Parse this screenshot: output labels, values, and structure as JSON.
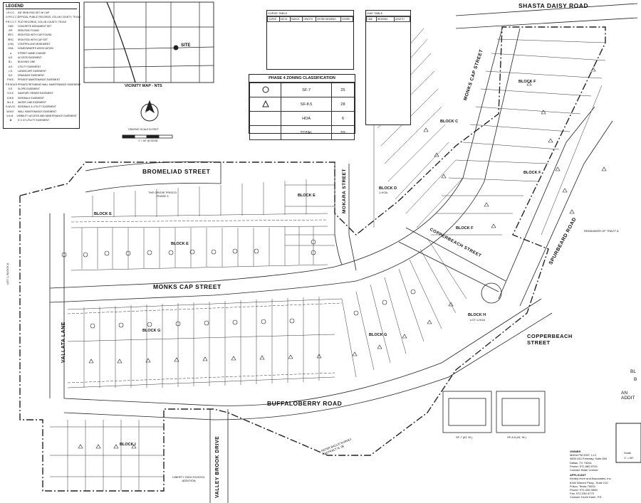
{
  "legend": {
    "title": "LEGEND",
    "entries": [
      [
        "I.R.S.C.",
        "5/8\" IRON ROD SET W/ CAP"
      ],
      [
        "O.P.R.C.C.T.",
        "OFFICIAL PUBLIC RECORDS, COLLIN COUNTY, TEXAS"
      ],
      [
        "P.R.C.C.T.",
        "PLAT RECORDS, COLLIN COUNTY, TEXAS"
      ],
      [
        "CMS",
        "CONCRETE MONUMENT SET"
      ],
      [
        "IRF",
        "IRON ROD FOUND"
      ],
      [
        "IRFC",
        "IRON ROD WITH CAP FOUND"
      ],
      [
        "IRSC",
        "IRON ROD WITH CAP SET"
      ],
      [
        "(CM)",
        "CONTROLLING MONUMENT"
      ],
      [
        "HOA",
        "HOMEOWNER'S ASSOCIATION"
      ],
      [
        "●",
        "STREET NAME CHANGE"
      ],
      [
        "A.E.",
        "ACCESS EASEMENT"
      ],
      [
        "B.L.",
        "BUILDING LINE"
      ],
      [
        "U.E.",
        "UTILITY EASEMENT"
      ],
      [
        "L.E.",
        "LANDSCAPE EASEMENT"
      ],
      [
        "D.E.",
        "DRAINAGE EASEMENT"
      ],
      [
        "P.M.E.",
        "PRIVATE MAINTENANCE EASEMENT"
      ],
      [
        "P.R.W.M.E.",
        "PRIVATE RETAINING WALL MAINTENANCE EASEMENT"
      ],
      [
        "S.E.",
        "SLOPE EASEMENT"
      ],
      [
        "S.S.E.",
        "SANITARY SEWER EASEMENT"
      ],
      [
        "S.W.E.",
        "SIDEWALK EASEMENT"
      ],
      [
        "W.L.E.",
        "WATER LINE EASEMENT"
      ],
      [
        "S.W.U.E.",
        "SIDEWALK & UTILITY EASEMENT"
      ],
      [
        "W.M.E.",
        "WALL MAINTENANCE EASEMENT"
      ],
      [
        "V.A.M.",
        "VISIBILITY ACCESS AND MAINTENANCE EASEMENT"
      ],
      [
        "⊠",
        "5' X 10' UTILITY EASEMENT"
      ]
    ]
  },
  "vicinity_map": {
    "title": "VICINITY MAP - NTS",
    "site_label": "SITE"
  },
  "scale": {
    "title": "GRAPHIC SCALE IN FEET",
    "ratio": "1\" = 60' @ 24X36"
  },
  "north_label": "NORTH",
  "curve_table": {
    "title": "CURVE TABLE",
    "headers": [
      "CURVE",
      "DELTA",
      "RADIUS",
      "LENGTH",
      "CHORD BEARING",
      "CHORD"
    ]
  },
  "line_table": {
    "title": "LINE TABLE",
    "headers": [
      "LINE",
      "BEARING",
      "LENGTH"
    ]
  },
  "zoning": {
    "title": "PHASE 4 ZONING CLASSIFICATION",
    "rows": [
      {
        "symbol": "circle",
        "label": "SF-7",
        "count": "25"
      },
      {
        "symbol": "triangle",
        "label": "SF-8.5",
        "count": "28"
      },
      {
        "symbol": "",
        "label": "HOA",
        "count": "6"
      },
      {
        "symbol": "",
        "label": "TOTAL",
        "count": "59"
      }
    ]
  },
  "streets": {
    "shasta_daisy": "SHASTA DAISY ROAD",
    "bromeliad": "BROMELIAD STREET",
    "monks_cap": "MONKS CAP STREET",
    "monks_cap_vertical": "MONKS CAP STREET",
    "mokara": "MOKARA STREET",
    "copperbeach": "COPPERBEACH STREET",
    "copperbeach_diag": "COPPERBEACH STREET",
    "spurbeard": "SPURBEARD ROAD",
    "buffaloberry": "BUFFALOBERRY ROAD",
    "valley_brook": "VALLEY BROOK DRIVE",
    "vallata": "VALLATA LANE"
  },
  "block_labels": [
    "BLOCK E",
    "BLOCK E",
    "BLOCK E",
    "BLOCK D",
    "BLOCK C",
    "BLOCK F",
    "BLOCK F",
    "BLOCK F",
    "BLOCK G",
    "BLOCK G",
    "BLOCK I",
    "BLOCK H"
  ],
  "annotations": {
    "grove_phase": "THE GROVE FRISCO PHASE 3",
    "peter_bacus": "PETER BACUS SURVEY ABSTRACT N. 98",
    "liberty_high": "LIBERTY HIGH SCHOOL ADDITION",
    "remainder": "REMAINDER OF TRACT A",
    "block_h_lot": "LOT 1-HOA",
    "block_d_lot": "1-HOA",
    "block_i_lot": "LOT 1, BLOCK A",
    "addit": "AN ADDIT",
    "bl": "BL",
    "b": "B"
  },
  "owner": {
    "label": "OWNER",
    "lines": [
      "MASA FM 2007, LLC",
      "4600 LBJ Freeway, Suite 800",
      "Dallas, TX 75244",
      "Phone: 972-960-9700",
      "Contact: Brian Cremer"
    ]
  },
  "applicant": {
    "label": "APPLICANT",
    "lines": [
      "Kimley-Horn and Associates, Inc.",
      "6160 Warren Pkwy., Suite 210",
      "Frisco, Texas 75034",
      "Phone: 972-335-3580",
      "Fax: 972-335-3779",
      "Contact: Kevin Kane, P.E."
    ]
  },
  "lot_details": {
    "sf7": "SF-7 (61' W.)",
    "sf85": "SF-8.5 (61' W.)"
  },
  "title_block": {
    "scale_label": "Scale",
    "scale_value": "1\" = 60'"
  },
  "colors": {
    "ink": "#111111",
    "faint": "#777777"
  }
}
